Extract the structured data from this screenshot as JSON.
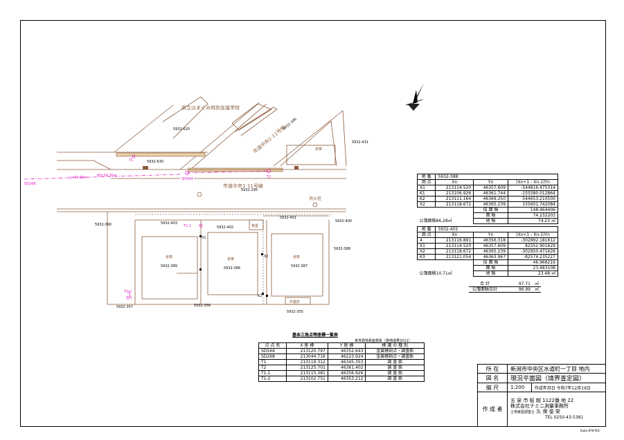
{
  "plan": {
    "school": "県立はまぐみ特別支援学校",
    "road_upper": "市道中央1-11号線",
    "road_lower": "市道中央1-11号線",
    "fire_hydrant": "消火栓",
    "lots": {
      "l620": "5932-620",
      "l630": "5932-630",
      "l306": "5932-306",
      "l431": "5932-431",
      "l295": "5932-295",
      "l390": "5932-390",
      "l403": "5932-403",
      "l402": "5932-402",
      "l401": "5932-401",
      "l400": "5932-400",
      "l388": "5932-388",
      "l389": "5932-389",
      "l386": "5932-386",
      "l387": "5932-387",
      "l357": "5932-357",
      "l356": "5932-356",
      "l355": "5932-355"
    },
    "buildings": {
      "b389": "倉庫",
      "b386": "倉庫",
      "b387": "倉庫",
      "b_small": "物置",
      "b_work": "作業所",
      "b_shed": "倉庫"
    },
    "points": {
      "sd564": "SD564",
      "sd268": "SD268",
      "t1": "T1",
      "t2": "T2",
      "t11": "T1-1",
      "t12": "T1-2",
      "x1": "X1",
      "x2": "X2",
      "k2": "K2"
    },
    "dims": {
      "d1": "L=49.83m",
      "d2": "W=34.26m"
    }
  },
  "table_388": {
    "title_label": "地 番",
    "title_value": "5932-388",
    "headers": [
      "測 点",
      "Xn",
      "Yn",
      "(Xn+1 - Xn-1)Yn"
    ],
    "rows": [
      [
        "X1",
        "213114.520",
        "46357.609",
        "-544816.475314"
      ],
      [
        "K1",
        "213106.926",
        "46361.744",
        "-155580.012864"
      ],
      [
        "K2",
        "213111.164",
        "46369.250",
        "544653.210500"
      ],
      [
        "X2",
        "213118.672",
        "46365.239",
        "155601.742084"
      ]
    ],
    "double_area_label": "倍 面 積",
    "double_area": "148.464406",
    "area_label": "面 積",
    "area": "74.232203",
    "land_label": "地 積",
    "land": "74.23",
    "unit": "㎡",
    "public_note": "公簿面積86.28㎡"
  },
  "table_402": {
    "title_label": "地 番",
    "title_value": "5932-402",
    "headers": [
      "測 点",
      "Xn",
      "Yn",
      "(Xn+1 - Xn-1)Yn"
    ],
    "rows": [
      [
        "4",
        "213116.891",
        "46356.318",
        "-302892.181612"
      ],
      [
        "X1",
        "213114.520",
        "46357.609",
        "82552.901629"
      ],
      [
        "X2",
        "213118.672",
        "46365.239",
        "-302950.471626"
      ],
      [
        "K3",
        "213121.054",
        "46363.967",
        "-82574.235227"
      ]
    ],
    "double_area_label": "倍 面 積",
    "double_area": "46.966216",
    "area_label": "面 積",
    "area": "23.483108",
    "land_label": "地 積",
    "land": "23.48",
    "unit": "㎡",
    "public_note": "公簿面積10.71㎡"
  },
  "summary": {
    "total_label": "合 計",
    "total": "97.71",
    "public_total_label": "公簿面積合計",
    "public_total": "96.99",
    "unit": "㎡"
  },
  "benchmark": {
    "title": "基本三角点等座標一覧表",
    "subtitle": "世界測地系座標系（測地成果2011）",
    "headers": [
      "点 点 名",
      "X 座 標",
      "Y 座 標",
      "標 識 の 種 別"
    ],
    "rows": [
      [
        "SD564",
        "213120.797",
        "46352.643",
        "金属標刻点・調査鋲"
      ],
      [
        "SD268",
        "213044.716",
        "46223.924",
        "金属標刻点・調査鋲"
      ],
      [
        "T1",
        "213119.312",
        "46345.353",
        "調 査 鋲"
      ],
      [
        "T2",
        "213125.701",
        "46361.402",
        "調 査 鋲"
      ],
      [
        "T1-1",
        "213115.381",
        "46356.926",
        "調 査 鋲"
      ],
      [
        "T1-2",
        "213102.751",
        "46353.212",
        "調 査 鋲"
      ]
    ]
  },
  "title_block": {
    "location_label": "所 在",
    "location": "新潟市中央区水道町一丁目 地内",
    "drawing_label": "図 名",
    "drawing": "現況平面図（境界査定図）",
    "scale_label": "縮 尺",
    "scale": "1:200",
    "date_label": "作成年月日",
    "date": "令和7年12月19日",
    "author_label": "作 成 者",
    "author_address": "五 泉 市 船 越 1122番 地 22",
    "author_company": "株式会社ナミニ測量事務所",
    "author_title": "土地家屋調査士",
    "author_name": "久 保 俊 栄",
    "author_tel": "TEL 0250-43-5381"
  },
  "code_note": "Kubo-878-901",
  "colors": {
    "line": "#8a5a3c",
    "road_fill": "#e7cfa6",
    "magenta": "#e020c0",
    "ink": "#000000"
  }
}
